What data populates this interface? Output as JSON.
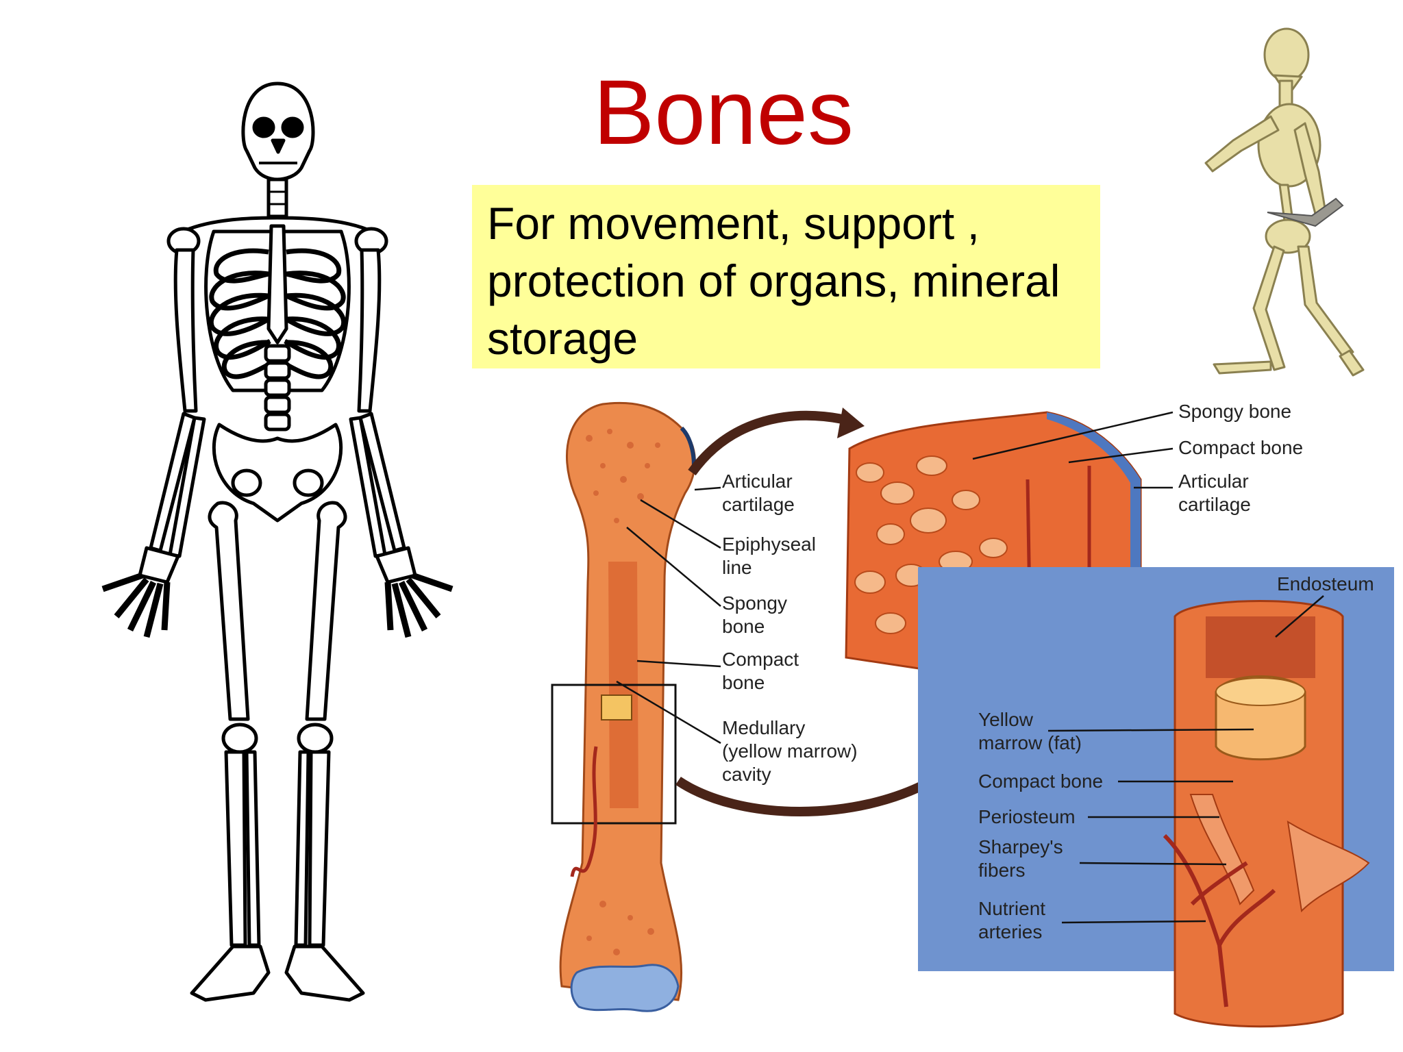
{
  "title": "Bones",
  "callout": {
    "line1": "For movement, support ,",
    "line2": "protection of organs, mineral",
    "line3": "storage"
  },
  "long_bone_labels": {
    "articular_cartilage": [
      "Articular",
      "cartilage"
    ],
    "epiphyseal_line": [
      "Epiphyseal",
      "line"
    ],
    "spongy_bone": [
      "Spongy",
      "bone"
    ],
    "compact_bone": [
      "Compact",
      "bone"
    ],
    "medullary_cavity": [
      "Medullary",
      "(yellow marrow)",
      "cavity"
    ]
  },
  "epiphysis_labels": {
    "spongy_bone": "Spongy bone",
    "compact_bone": "Compact bone",
    "articular_cartilage": [
      "Articular",
      "cartilage"
    ]
  },
  "diaphysis_labels": {
    "endosteum": "Endosteum",
    "yellow_marrow": [
      "Yellow",
      "marrow (fat)"
    ],
    "compact_bone": "Compact bone",
    "periosteum": "Periosteum",
    "sharpeys_fibers": [
      "Sharpey's",
      "fibers"
    ],
    "nutrient_arteries": [
      "Nutrient",
      "arteries"
    ]
  },
  "colors": {
    "title": "#c00000",
    "callout_bg": "#ffff99",
    "bone_orange": "#e8743c",
    "bone_light": "#f6b07a",
    "periosteum_blue": "#4f7fc4",
    "background_blue": "#6f93cf"
  }
}
